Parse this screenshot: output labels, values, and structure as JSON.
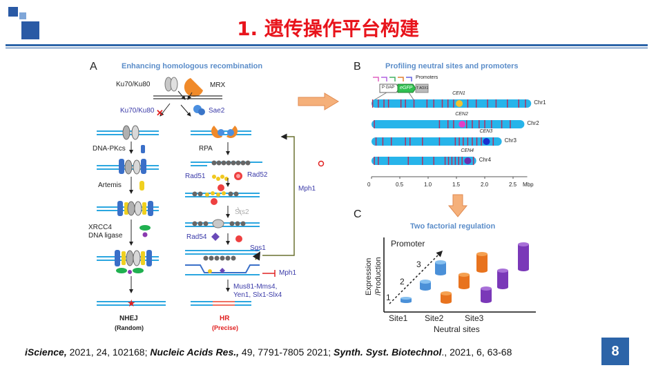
{
  "slide": {
    "title": "1. 遗传操作平台构建",
    "page_number": "8"
  },
  "panel_a": {
    "letter": "A",
    "title": "Enhancing homologous recombination",
    "labels": {
      "ku70_top": "Ku70/Ku80",
      "mrx": "MRX",
      "ku70_crossed": "Ku70/Ku80",
      "sae2": "Sae2",
      "dna_pkcs": "DNA-PKcs",
      "rpa": "RPA",
      "artemis": "Artemis",
      "rad51": "Rad51",
      "rad52": "Rad52",
      "srs2": "Srs2",
      "xrcc4": "XRCC4",
      "dna_ligase": "DNA ligase",
      "rad54": "Rad54",
      "sgs1": "Sgs1",
      "mph1_side": "Mph1",
      "mph1_inhibit": "Mph1",
      "mus81_line1": "Mus81-Mms4,",
      "mus81_line2": "Yen1, Slx1-Slx4",
      "nhej": "NHEJ",
      "nhej_sub": "(Random)",
      "hr": "HR",
      "hr_sub": "(Precise)"
    }
  },
  "panel_b": {
    "letter": "B",
    "title": "Profiling neutral sites and promoters",
    "construct_labels": {
      "promoters": "Promoters",
      "p_gap": "P GAP",
      "egfp": "eGFP",
      "term": "T AOX1"
    },
    "chromosomes": [
      {
        "name": "Chr1",
        "centromere": "CEN1",
        "centromere_color": "#f2c230"
      },
      {
        "name": "Chr2",
        "centromere": "CEN2",
        "centromere_color": "#e040c8"
      },
      {
        "name": "Chr3",
        "centromere": "CEN3",
        "centromere_color": "#1a2fd0"
      },
      {
        "name": "Chr4",
        "centromere": "CEN4",
        "centromere_color": "#6a2fb0"
      }
    ],
    "axis_ticks": [
      "0",
      "0.5",
      "1.0",
      "1.5",
      "2.0",
      "2.5"
    ],
    "axis_unit": "Mbp"
  },
  "panel_c": {
    "letter": "C",
    "title": "Two factorial regulation",
    "y_label_line1": "Expression",
    "y_label_line2": "/Production",
    "x_label": "Neutral sites",
    "promoter_label": "Promoter",
    "levels": [
      "1",
      "2",
      "3"
    ],
    "sites": [
      "Site1",
      "Site2",
      "Site3"
    ]
  },
  "citation": {
    "j1": "iScience,",
    "r1": " 2021, 24, 102168; ",
    "j2": "Nucleic Acids Res.,",
    "r2": " 49, 7791-7805 2021; ",
    "j3": "Synth. Syst. Biotechnol",
    "r3": "., 2021, 6, 63-68"
  },
  "colors": {
    "accent_red": "#e8141c",
    "brand_blue": "#2c64a8",
    "chromosome": "#27b4ea",
    "arrow_orange": "#f5b07a"
  }
}
